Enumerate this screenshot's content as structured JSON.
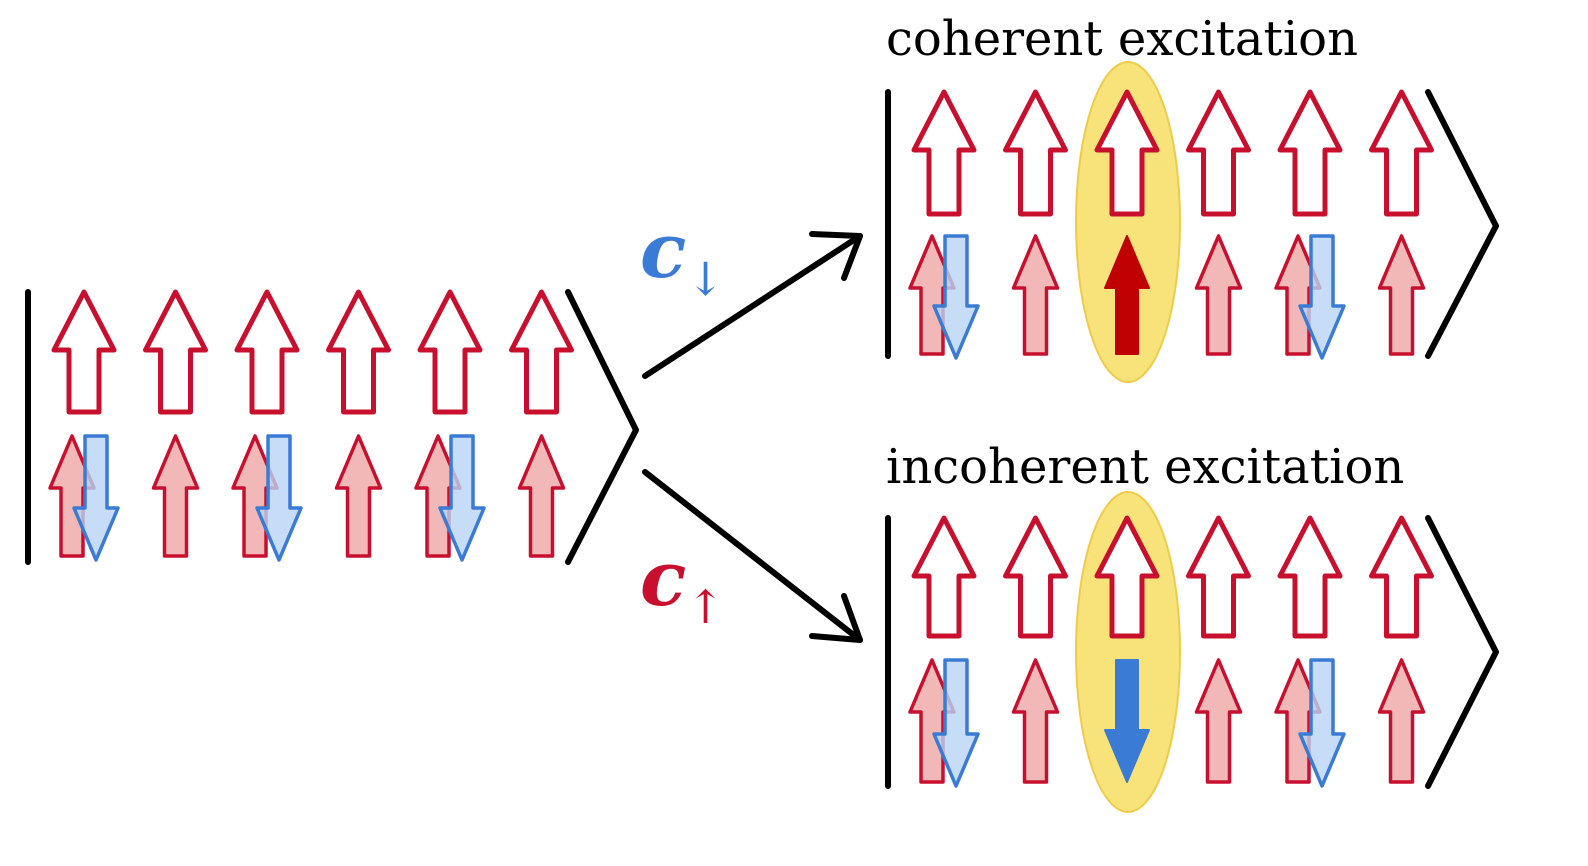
{
  "labels": {
    "coherent": "coherent excitation",
    "incoherent": "incoherent excitation",
    "op_down": {
      "symbol": "c",
      "subscript": "↓"
    },
    "op_up": {
      "symbol": "c",
      "subscript": "↑"
    }
  },
  "colors": {
    "up_outline": "#c8102e",
    "up_fill_light": "#f2b8b8",
    "down_outline": "#3a7bd5",
    "down_fill_light": "#b9d4f5",
    "highlight": "#f7e37a",
    "highlight_edge": "#eecb4a",
    "excited_up": "#c00000",
    "excited_down": "#3a7bd5",
    "ket": "#000000"
  },
  "states": {
    "initial": {
      "top_row": [
        "up",
        "up",
        "up",
        "up",
        "up",
        "up"
      ],
      "bottom_row": [
        "up+down",
        "up",
        "up+down",
        "up",
        "up+down",
        "up"
      ]
    },
    "coherent": {
      "top_row": [
        "up",
        "up",
        "up",
        "up",
        "up",
        "up"
      ],
      "bottom_row": [
        "up+down",
        "up",
        "excited-up",
        "up",
        "up+down",
        "up"
      ],
      "highlight_site": 3
    },
    "incoherent": {
      "top_row": [
        "up",
        "up",
        "up",
        "up",
        "up",
        "up"
      ],
      "bottom_row": [
        "up+down",
        "up",
        "excited-down",
        "up",
        "up+down",
        "up"
      ],
      "highlight_site": 3
    }
  }
}
